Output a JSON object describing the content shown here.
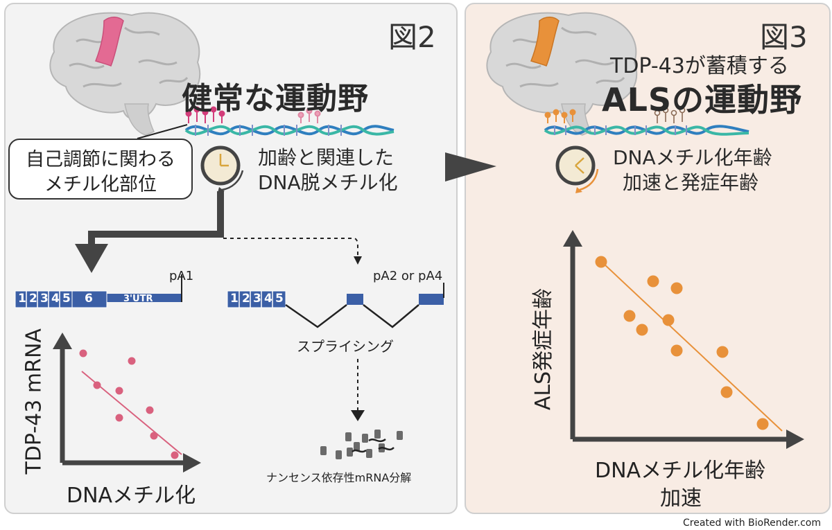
{
  "figure2": {
    "label": "図2",
    "title": "健常な運動野",
    "callout_line1": "自己調節に関わる",
    "callout_line2": "メチル化部位",
    "clock_caption_line1": "加齢と関連した",
    "clock_caption_line2": "DNA脱メチル化",
    "transcript1": {
      "polya": "pA1",
      "exons": [
        "1",
        "2",
        "3",
        "4",
        "5",
        "6",
        "3'UTR"
      ]
    },
    "transcript2": {
      "polya": "pA2 or pA4",
      "exons": [
        "1",
        "2",
        "3",
        "4",
        "5"
      ],
      "splicing_label": "スプライシング",
      "decay_label": "ナンセンス依存性mRNA分解"
    },
    "plot": {
      "ylabel": "TDP-43 mRNA",
      "xlabel": "DNAメチル化"
    }
  },
  "figure3": {
    "label": "図3",
    "subtitle": "TDP-43が蓄積する",
    "title": "ALSの運動野",
    "clock_caption_line1": "DNAメチル化年齢",
    "clock_caption_line2": "加速と発症年齢",
    "plot": {
      "ylabel": "ALS発症年齢",
      "xlabel_line1": "DNAメチル化年齢",
      "xlabel_line2": "加速"
    }
  },
  "credit": "Created with BioRender.com",
  "colors": {
    "pink": "#d9617e",
    "orange": "#e8913a",
    "exon_blue": "#3b5fa6",
    "arrow_gray": "#4a4a4a"
  },
  "icons": [
    "brain-icon",
    "dna-helix-icon",
    "clock-icon",
    "arrow-right-icon",
    "mrna-fragments-icon"
  ]
}
